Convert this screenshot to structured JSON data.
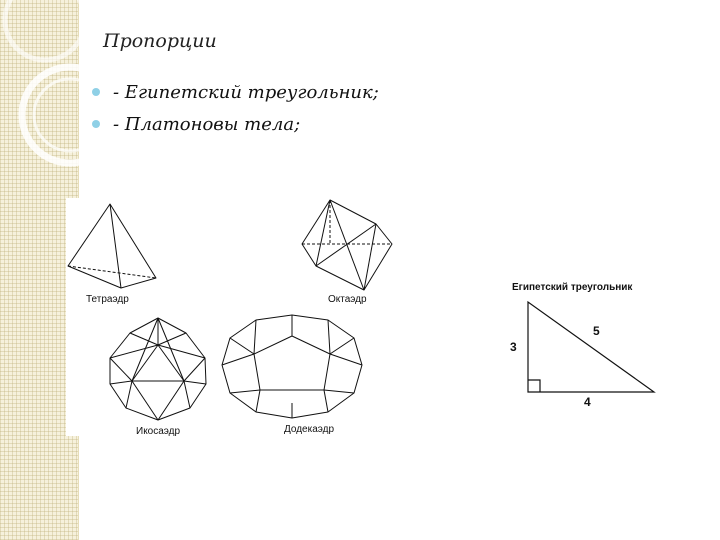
{
  "slide": {
    "title": "Пропорции",
    "bullets": [
      "- Египетский треугольник;",
      "- Платоновы тела;"
    ]
  },
  "platonic_solids": {
    "tetrahedron": "Тетраэдр",
    "octahedron": "Октаэдр",
    "icosahedron": "Икосаэдр",
    "dodecahedron": "Додекаэдр"
  },
  "egyptian_triangle": {
    "title": "Египетский треугольник",
    "side_a": "3",
    "side_b": "4",
    "hypotenuse": "5"
  },
  "colors": {
    "bullet": "#8fd0e6",
    "band": "#f6f1dc"
  }
}
